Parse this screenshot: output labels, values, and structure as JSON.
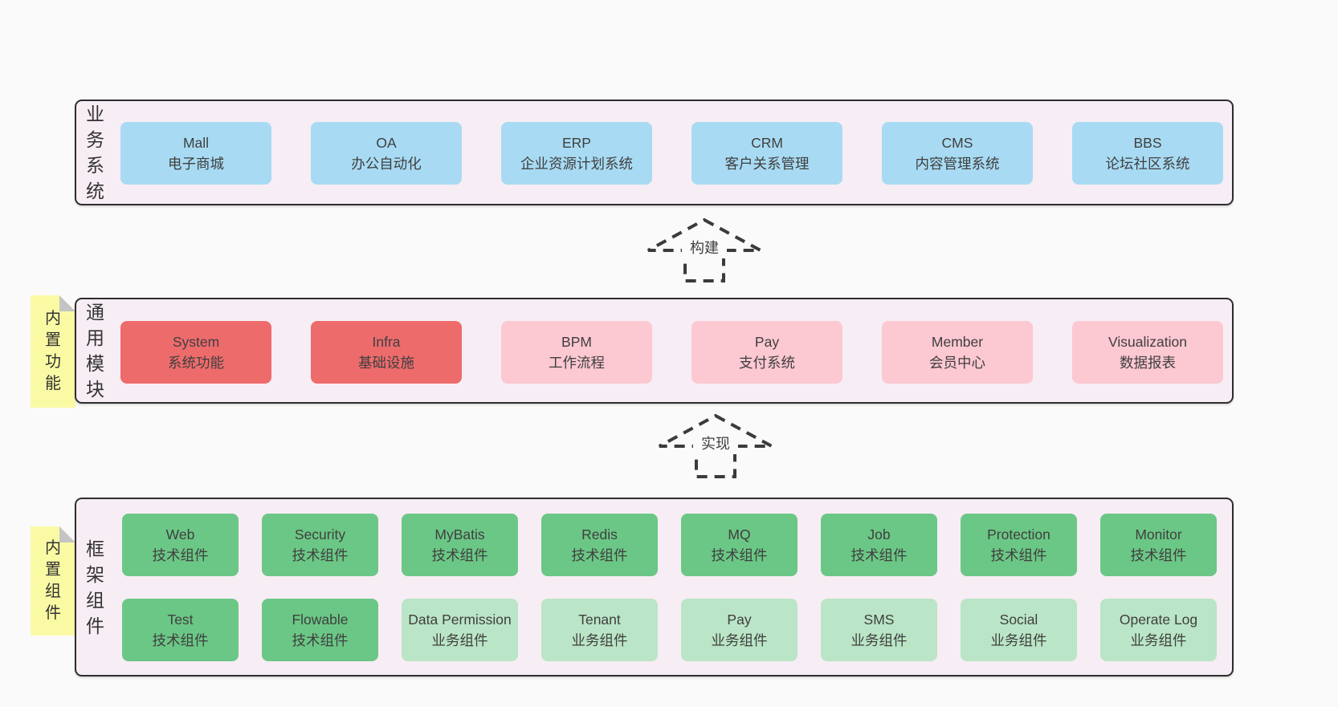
{
  "colors": {
    "page_bg": "#fafafa",
    "panel_bg": "#f7edf4",
    "panel_border": "#2e2e2e",
    "blue": "#a8dbf3",
    "red": "#ee6b6c",
    "pink": "#fcc8d2",
    "green": "#6bc785",
    "lightgreen": "#bae5c6",
    "tab_yellow": "#fafaa5",
    "fold_gray": "#c4c4c4",
    "text": "#3f3f3f"
  },
  "arrows": [
    {
      "label": "构建"
    },
    {
      "label": "实现"
    }
  ],
  "layers": [
    {
      "side_label": "业务系统",
      "tab_label": null,
      "rows": [
        [
          {
            "name": "Mall",
            "desc": "电子商城",
            "color": "blue"
          },
          {
            "name": "OA",
            "desc": "办公自动化",
            "color": "blue"
          },
          {
            "name": "ERP",
            "desc": "企业资源计划系统",
            "color": "blue"
          },
          {
            "name": "CRM",
            "desc": "客户关系管理",
            "color": "blue"
          },
          {
            "name": "CMS",
            "desc": "内容管理系统",
            "color": "blue"
          },
          {
            "name": "BBS",
            "desc": "论坛社区系统",
            "color": "blue"
          }
        ]
      ]
    },
    {
      "side_label": "通用模块",
      "tab_label": "内置功能",
      "rows": [
        [
          {
            "name": "System",
            "desc": "系统功能",
            "color": "red"
          },
          {
            "name": "Infra",
            "desc": "基础设施",
            "color": "red"
          },
          {
            "name": "BPM",
            "desc": "工作流程",
            "color": "pink"
          },
          {
            "name": "Pay",
            "desc": "支付系统",
            "color": "pink"
          },
          {
            "name": "Member",
            "desc": "会员中心",
            "color": "pink"
          },
          {
            "name": "Visualization",
            "desc": "数据报表",
            "color": "pink"
          }
        ]
      ]
    },
    {
      "side_label": "框架组件",
      "tab_label": "内置组件",
      "rows": [
        [
          {
            "name": "Web",
            "desc": "技术组件",
            "color": "green"
          },
          {
            "name": "Security",
            "desc": "技术组件",
            "color": "green"
          },
          {
            "name": "MyBatis",
            "desc": "技术组件",
            "color": "green"
          },
          {
            "name": "Redis",
            "desc": "技术组件",
            "color": "green"
          },
          {
            "name": "MQ",
            "desc": "技术组件",
            "color": "green"
          },
          {
            "name": "Job",
            "desc": "技术组件",
            "color": "green"
          },
          {
            "name": "Protection",
            "desc": "技术组件",
            "color": "green"
          },
          {
            "name": "Monitor",
            "desc": "技术组件",
            "color": "green"
          }
        ],
        [
          {
            "name": "Test",
            "desc": "技术组件",
            "color": "green"
          },
          {
            "name": "Flowable",
            "desc": "技术组件",
            "color": "green"
          },
          {
            "name": "Data Permission",
            "desc": "业务组件",
            "color": "lightgreen"
          },
          {
            "name": "Tenant",
            "desc": "业务组件",
            "color": "lightgreen"
          },
          {
            "name": "Pay",
            "desc": "业务组件",
            "color": "lightgreen"
          },
          {
            "name": "SMS",
            "desc": "业务组件",
            "color": "lightgreen"
          },
          {
            "name": "Social",
            "desc": "业务组件",
            "color": "lightgreen"
          },
          {
            "name": "Operate Log",
            "desc": "业务组件",
            "color": "lightgreen"
          }
        ]
      ]
    }
  ]
}
